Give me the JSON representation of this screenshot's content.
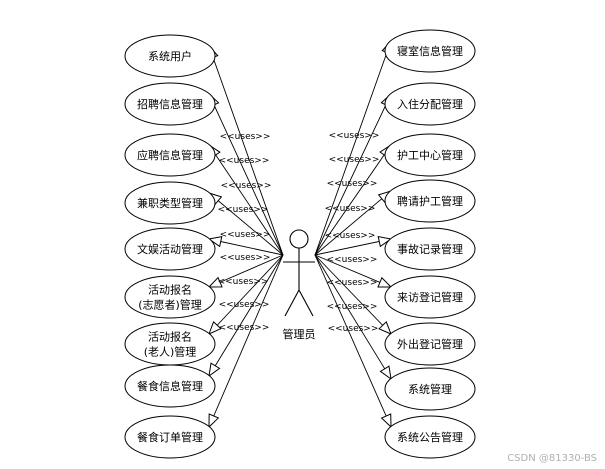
{
  "actor": {
    "name": "管理员",
    "icon": "stick-figure-icon"
  },
  "relation_label": "<<uses>>",
  "left_use_cases": [
    {
      "lines": [
        "系统用户"
      ]
    },
    {
      "lines": [
        "招聘信息管理"
      ]
    },
    {
      "lines": [
        "应聘信息管理"
      ]
    },
    {
      "lines": [
        "兼职类型管理"
      ]
    },
    {
      "lines": [
        "文娱活动管理"
      ]
    },
    {
      "lines": [
        "活动报名",
        "(志愿者)管理"
      ]
    },
    {
      "lines": [
        "活动报名",
        "(老人)管理"
      ]
    },
    {
      "lines": [
        "餐食信息管理"
      ]
    },
    {
      "lines": [
        "餐食订单管理"
      ]
    }
  ],
  "right_use_cases": [
    {
      "lines": [
        "寝室信息管理"
      ]
    },
    {
      "lines": [
        "入住分配管理"
      ]
    },
    {
      "lines": [
        "护工中心管理"
      ]
    },
    {
      "lines": [
        "聘请护工管理"
      ]
    },
    {
      "lines": [
        "事故记录管理"
      ]
    },
    {
      "lines": [
        "来访登记管理"
      ]
    },
    {
      "lines": [
        "外出登记管理"
      ]
    },
    {
      "lines": [
        "系统管理"
      ]
    },
    {
      "lines": [
        "系统公告管理"
      ]
    }
  ],
  "watermark": "CSDN @81330-BS"
}
